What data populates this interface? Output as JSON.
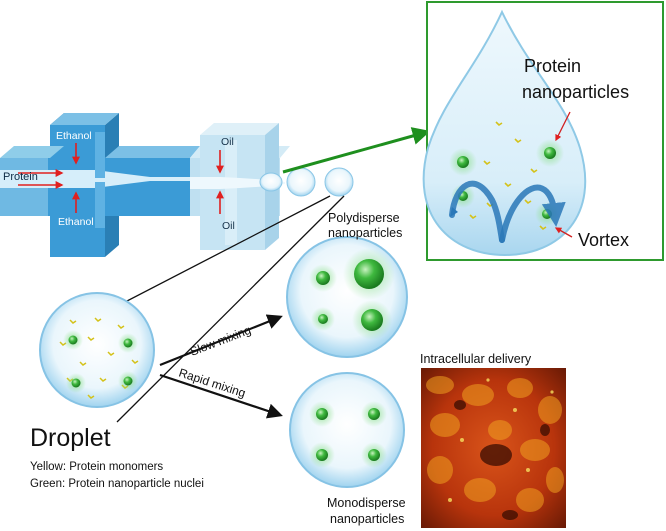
{
  "labels": {
    "protein": "Protein",
    "ethanol_top": "Ethanol",
    "ethanol_bottom": "Ethanol",
    "oil_top": "Oil",
    "oil_bottom": "Oil",
    "protein_nanoparticles_line1": "Protein",
    "protein_nanoparticles_line2": "nanoparticles",
    "vortex": "Vortex",
    "polydisperse_line1": "Polydisperse",
    "polydisperse_line2": "nanoparticles",
    "monodisperse_line1": "Monodisperse",
    "monodisperse_line2": "nanoparticles",
    "slow_mixing": "Slow mixing",
    "rapid_mixing": "Rapid mixing",
    "intracellular_delivery": "Intracellular delivery",
    "droplet_title": "Droplet",
    "legend_yellow": "Yellow: Protein monomers",
    "legend_green": "Green: Protein nanoparticle nuclei"
  },
  "colors": {
    "channel_dark": "#2f8fca",
    "channel_light": "#b9dcee",
    "flow_arrow": "#e02020",
    "pointer_arrow": "#1e8f1e",
    "inset_border": "#2e9a2e",
    "monomer": "#e0d020",
    "nucleus": "#35b035",
    "vortex": "#2a78b8",
    "cell_image": "#c83a10"
  }
}
